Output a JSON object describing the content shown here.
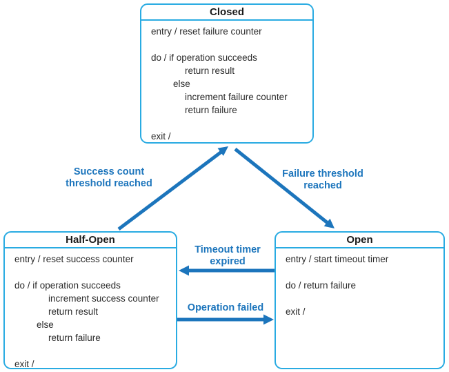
{
  "states": {
    "closed": {
      "title": "Closed",
      "lines": [
        "entry / reset failure counter",
        "do / if operation succeeds",
        "return result",
        "else",
        "increment failure counter",
        "return failure",
        "exit /"
      ]
    },
    "half_open": {
      "title": "Half-Open",
      "lines": [
        "entry / reset success counter",
        "do / if operation succeeds",
        "increment success counter",
        "return result",
        "else",
        "return failure",
        "exit /"
      ]
    },
    "open": {
      "title": "Open",
      "lines": [
        "entry / start timeout timer",
        "do / return failure",
        "exit /"
      ]
    }
  },
  "transitions": {
    "success": {
      "line1": "Success count",
      "line2": "threshold reached",
      "from": "Half-Open",
      "to": "Closed"
    },
    "failure": {
      "line1": "Failure threshold",
      "line2": "reached",
      "from": "Closed",
      "to": "Open"
    },
    "timeout": {
      "line1": "Timeout timer",
      "line2": "expired",
      "from": "Open",
      "to": "Half-Open"
    },
    "operation_failed": {
      "line1": "Operation failed",
      "from": "Half-Open",
      "to": "Open"
    }
  },
  "colors": {
    "box_border": "#29ABE2",
    "arrow": "#1C75BC",
    "label_text": "#1C75BC",
    "body_text": "#2B2B2B",
    "title_text": "#1A1A1A",
    "background": "#FFFFFF"
  }
}
